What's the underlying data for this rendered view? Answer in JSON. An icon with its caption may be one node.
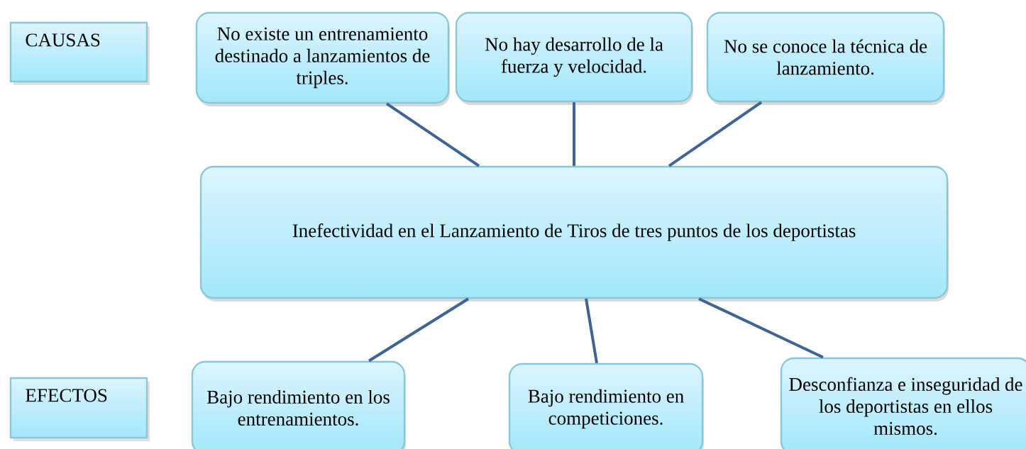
{
  "diagram": {
    "nodes": [
      {
        "text": [
          "CAUSAS"
        ]
      },
      {
        "text": [
          "No existe un entrenamiento destinado a lanzamientos de triples."
        ]
      },
      {
        "text": [
          "No hay desarrollo de la fuerza  y velocidad."
        ]
      },
      {
        "text": [
          "No se conoce la técnica de lanzamiento."
        ]
      },
      {
        "text": [
          "Inefectividad en el Lanzamiento de Tiros de tres puntos de los deportistas"
        ]
      },
      {
        "text": [
          "EFECTOS"
        ]
      },
      {
        "text": [
          "Bajo rendimiento en los entrenamientos."
        ]
      },
      {
        "text": [
          "Bajo rendimiento en competiciones."
        ]
      },
      {
        "text": [
          "Desconfianza e inseguridad de los deportistas en ellos mismos."
        ]
      }
    ],
    "edges": [
      {
        "from": 1,
        "to": 4,
        "arrow": "none"
      },
      {
        "from": 2,
        "to": 4,
        "arrow": "none"
      },
      {
        "from": 3,
        "to": 4,
        "arrow": "none"
      },
      {
        "from": 4,
        "to": 6,
        "arrow": "none"
      },
      {
        "from": 4,
        "to": 7,
        "arrow": "none"
      },
      {
        "from": 4,
        "to": 8,
        "arrow": "none"
      }
    ]
  }
}
